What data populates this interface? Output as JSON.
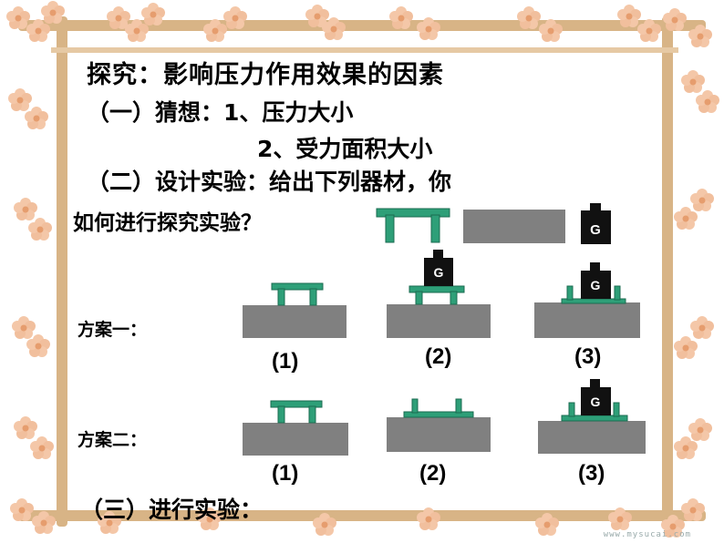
{
  "title": "探究：影响压力作用效果的因素",
  "guess_line": "（一）猜想：1、压力大小",
  "guess_line2": "2、受力面积大小",
  "design_line": "（二）设计实验：给出下列器材，你",
  "design_line2": "如何进行探究实验？",
  "plan1_label": "方案一：",
  "plan2_label": "方案二：",
  "plan1_numbers": [
    "(1)",
    "(2)",
    "(3)"
  ],
  "plan2_numbers": [
    "(1)",
    "(2)",
    "(3)"
  ],
  "weight_label": "G",
  "step3": "（三）进行实验：",
  "watermark": "www.mysucai.com",
  "colors": {
    "table": "#2e9f78",
    "block": "#808080",
    "weight": "#111111",
    "frame_wood": "#c9a272",
    "flower": "#f3c5a6"
  }
}
